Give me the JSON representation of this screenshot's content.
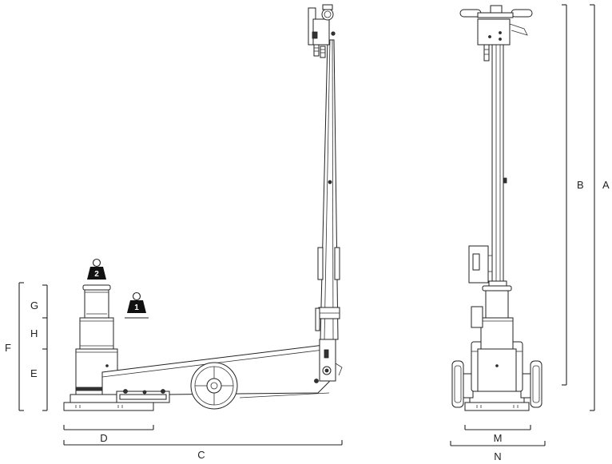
{
  "dimension_labels": {
    "a": "A",
    "b": "B",
    "c": "C",
    "d": "D",
    "e": "E",
    "f": "F",
    "g": "G",
    "h": "H",
    "m": "M",
    "n": "N"
  },
  "weights": {
    "one": "1",
    "two": "2"
  }
}
